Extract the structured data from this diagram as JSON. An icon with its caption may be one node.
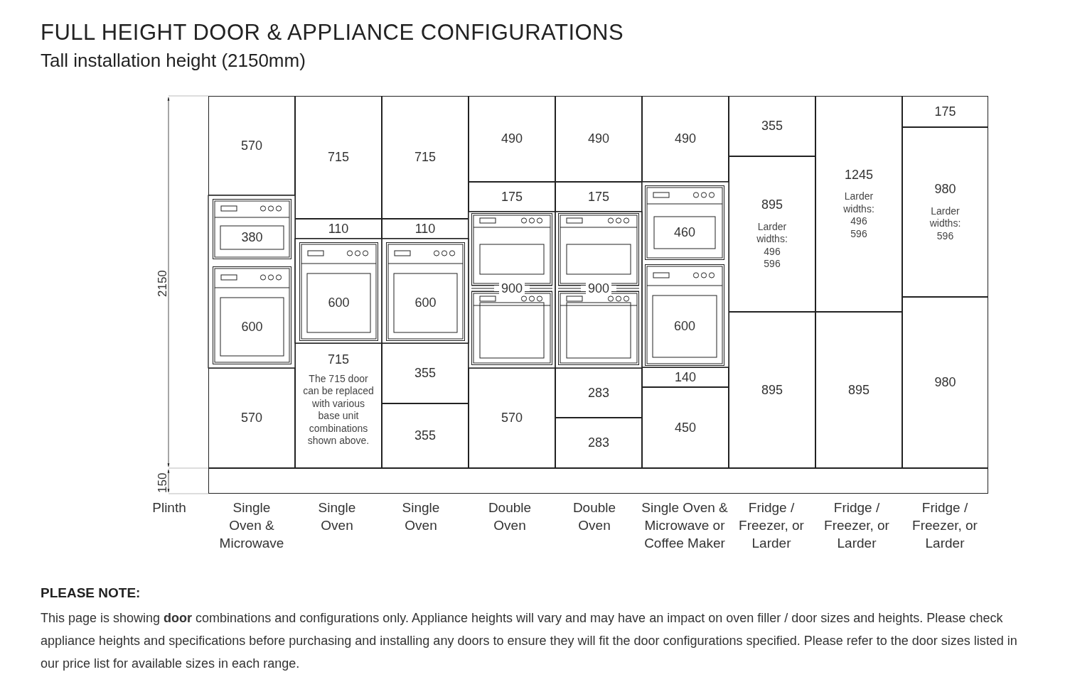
{
  "diagram": {
    "title": "FULL HEIGHT DOOR & APPLIANCE CONFIGURATIONS",
    "nodes": [
      {
        "text": [
          "570"
        ]
      },
      {
        "text": [
          "380"
        ]
      },
      {
        "text": [
          "600"
        ]
      },
      {
        "text": [
          "570"
        ]
      },
      {
        "text": [
          "715"
        ]
      },
      {
        "text": [
          "110"
        ]
      },
      {
        "text": [
          "600"
        ]
      },
      {
        "text": [
          "715",
          "The 715 door can be replaced with various base unit combinations shown above."
        ]
      },
      {
        "text": [
          "715"
        ]
      },
      {
        "text": [
          "110"
        ]
      },
      {
        "text": [
          "600"
        ]
      },
      {
        "text": [
          "355"
        ]
      },
      {
        "text": [
          "355"
        ]
      },
      {
        "text": [
          "490"
        ]
      },
      {
        "text": [
          "175"
        ]
      },
      {
        "text": [
          "900"
        ]
      },
      {
        "text": [
          "570"
        ]
      },
      {
        "text": [
          "490"
        ]
      },
      {
        "text": [
          "175"
        ]
      },
      {
        "text": [
          "900"
        ]
      },
      {
        "text": [
          "283"
        ]
      },
      {
        "text": [
          "283"
        ]
      },
      {
        "text": [
          "490"
        ]
      },
      {
        "text": [
          "460"
        ]
      },
      {
        "text": [
          "600"
        ]
      },
      {
        "text": [
          "140"
        ]
      },
      {
        "text": [
          "450"
        ]
      },
      {
        "text": [
          "355"
        ]
      },
      {
        "text": [
          "895",
          "Larder widths: 496 596"
        ]
      },
      {
        "text": [
          "895"
        ]
      },
      {
        "text": [
          "1245",
          "Larder widths: 496 596"
        ]
      },
      {
        "text": [
          "895"
        ]
      },
      {
        "text": [
          "175"
        ]
      },
      {
        "text": [
          "980",
          "Larder widths: 596"
        ]
      },
      {
        "text": [
          "980"
        ]
      },
      {
        "text": [],
        "shape": "bar"
      }
    ],
    "labels": [
      "Tall installation height (2150mm)",
      "2150",
      "150",
      "Plinth",
      "Single Oven & Microwave",
      "Single Oven",
      "Single Oven",
      "Double Oven",
      "Double Oven",
      "Single Oven & Microwave or Coffee Maker",
      "Fridge / Freezer, or Larder",
      "Fridge / Freezer, or Larder",
      "Fridge / Freezer, or Larder",
      "PLEASE NOTE:",
      "This page is showing **door** combinations and configurations only. Appliance heights will vary and may have an impact on oven filler / door sizes and heights. Please check appliance heights and specifications before purchasing and installing any doors to ensure they will fit the door configurations specified. Please refer to the door sizes listed in our price list for available sizes in each range."
    ]
  }
}
